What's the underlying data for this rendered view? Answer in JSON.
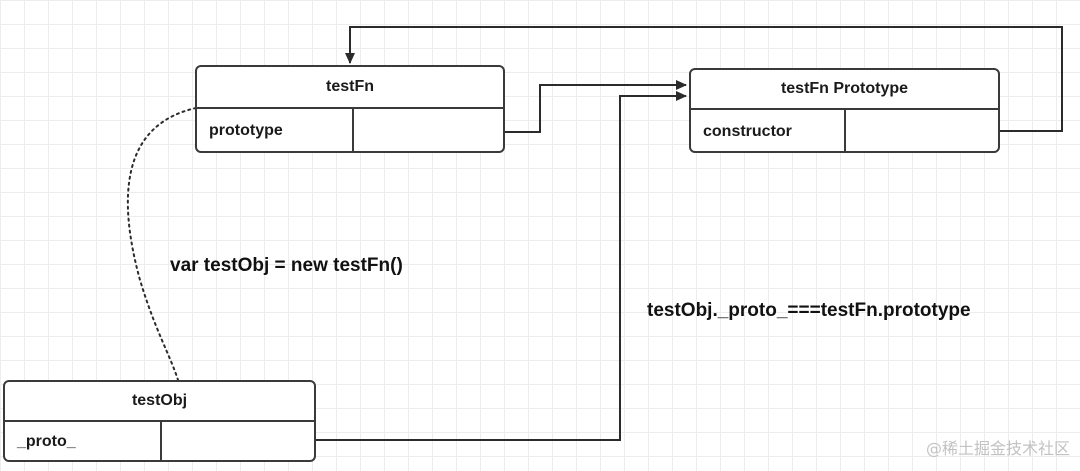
{
  "boxes": {
    "testFn": {
      "title": "testFn",
      "field": "prototype"
    },
    "prototype": {
      "title": "testFn Prototype",
      "field": "constructor"
    },
    "testObj": {
      "title": "testObj",
      "field": "_proto_"
    }
  },
  "annotations": {
    "instantiation": "var testObj = new testFn()",
    "equality": "testObj._proto_===testFn.prototype"
  },
  "watermark": "@稀土掘金技术社区"
}
